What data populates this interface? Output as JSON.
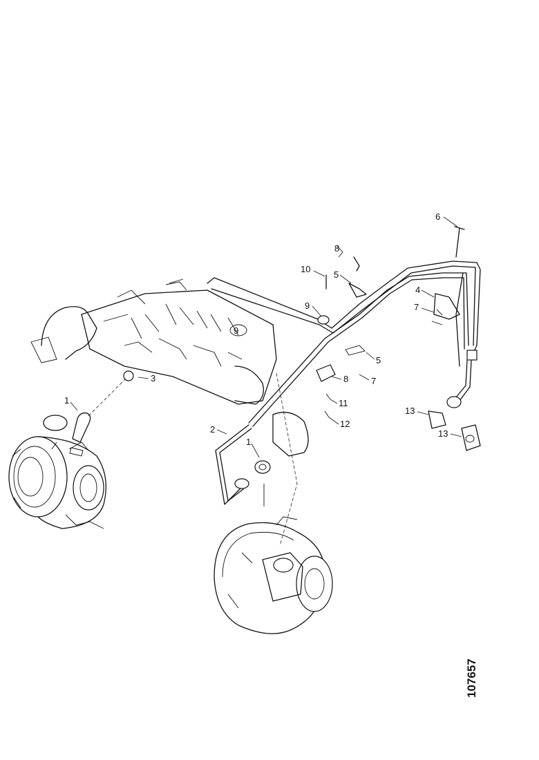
{
  "callouts": {
    "c1a": "1",
    "c1b": "1",
    "c2": "2",
    "c3": "3",
    "c4": "4",
    "c5a": "5",
    "c5b": "5",
    "c6": "6",
    "c7a": "7",
    "c7b": "7",
    "c8a": "8",
    "c8b": "8",
    "c9a": "9",
    "c9b": "9",
    "c10": "10",
    "c11": "11",
    "c12": "12",
    "c13a": "13",
    "c13b": "13"
  },
  "document_number": "107657"
}
